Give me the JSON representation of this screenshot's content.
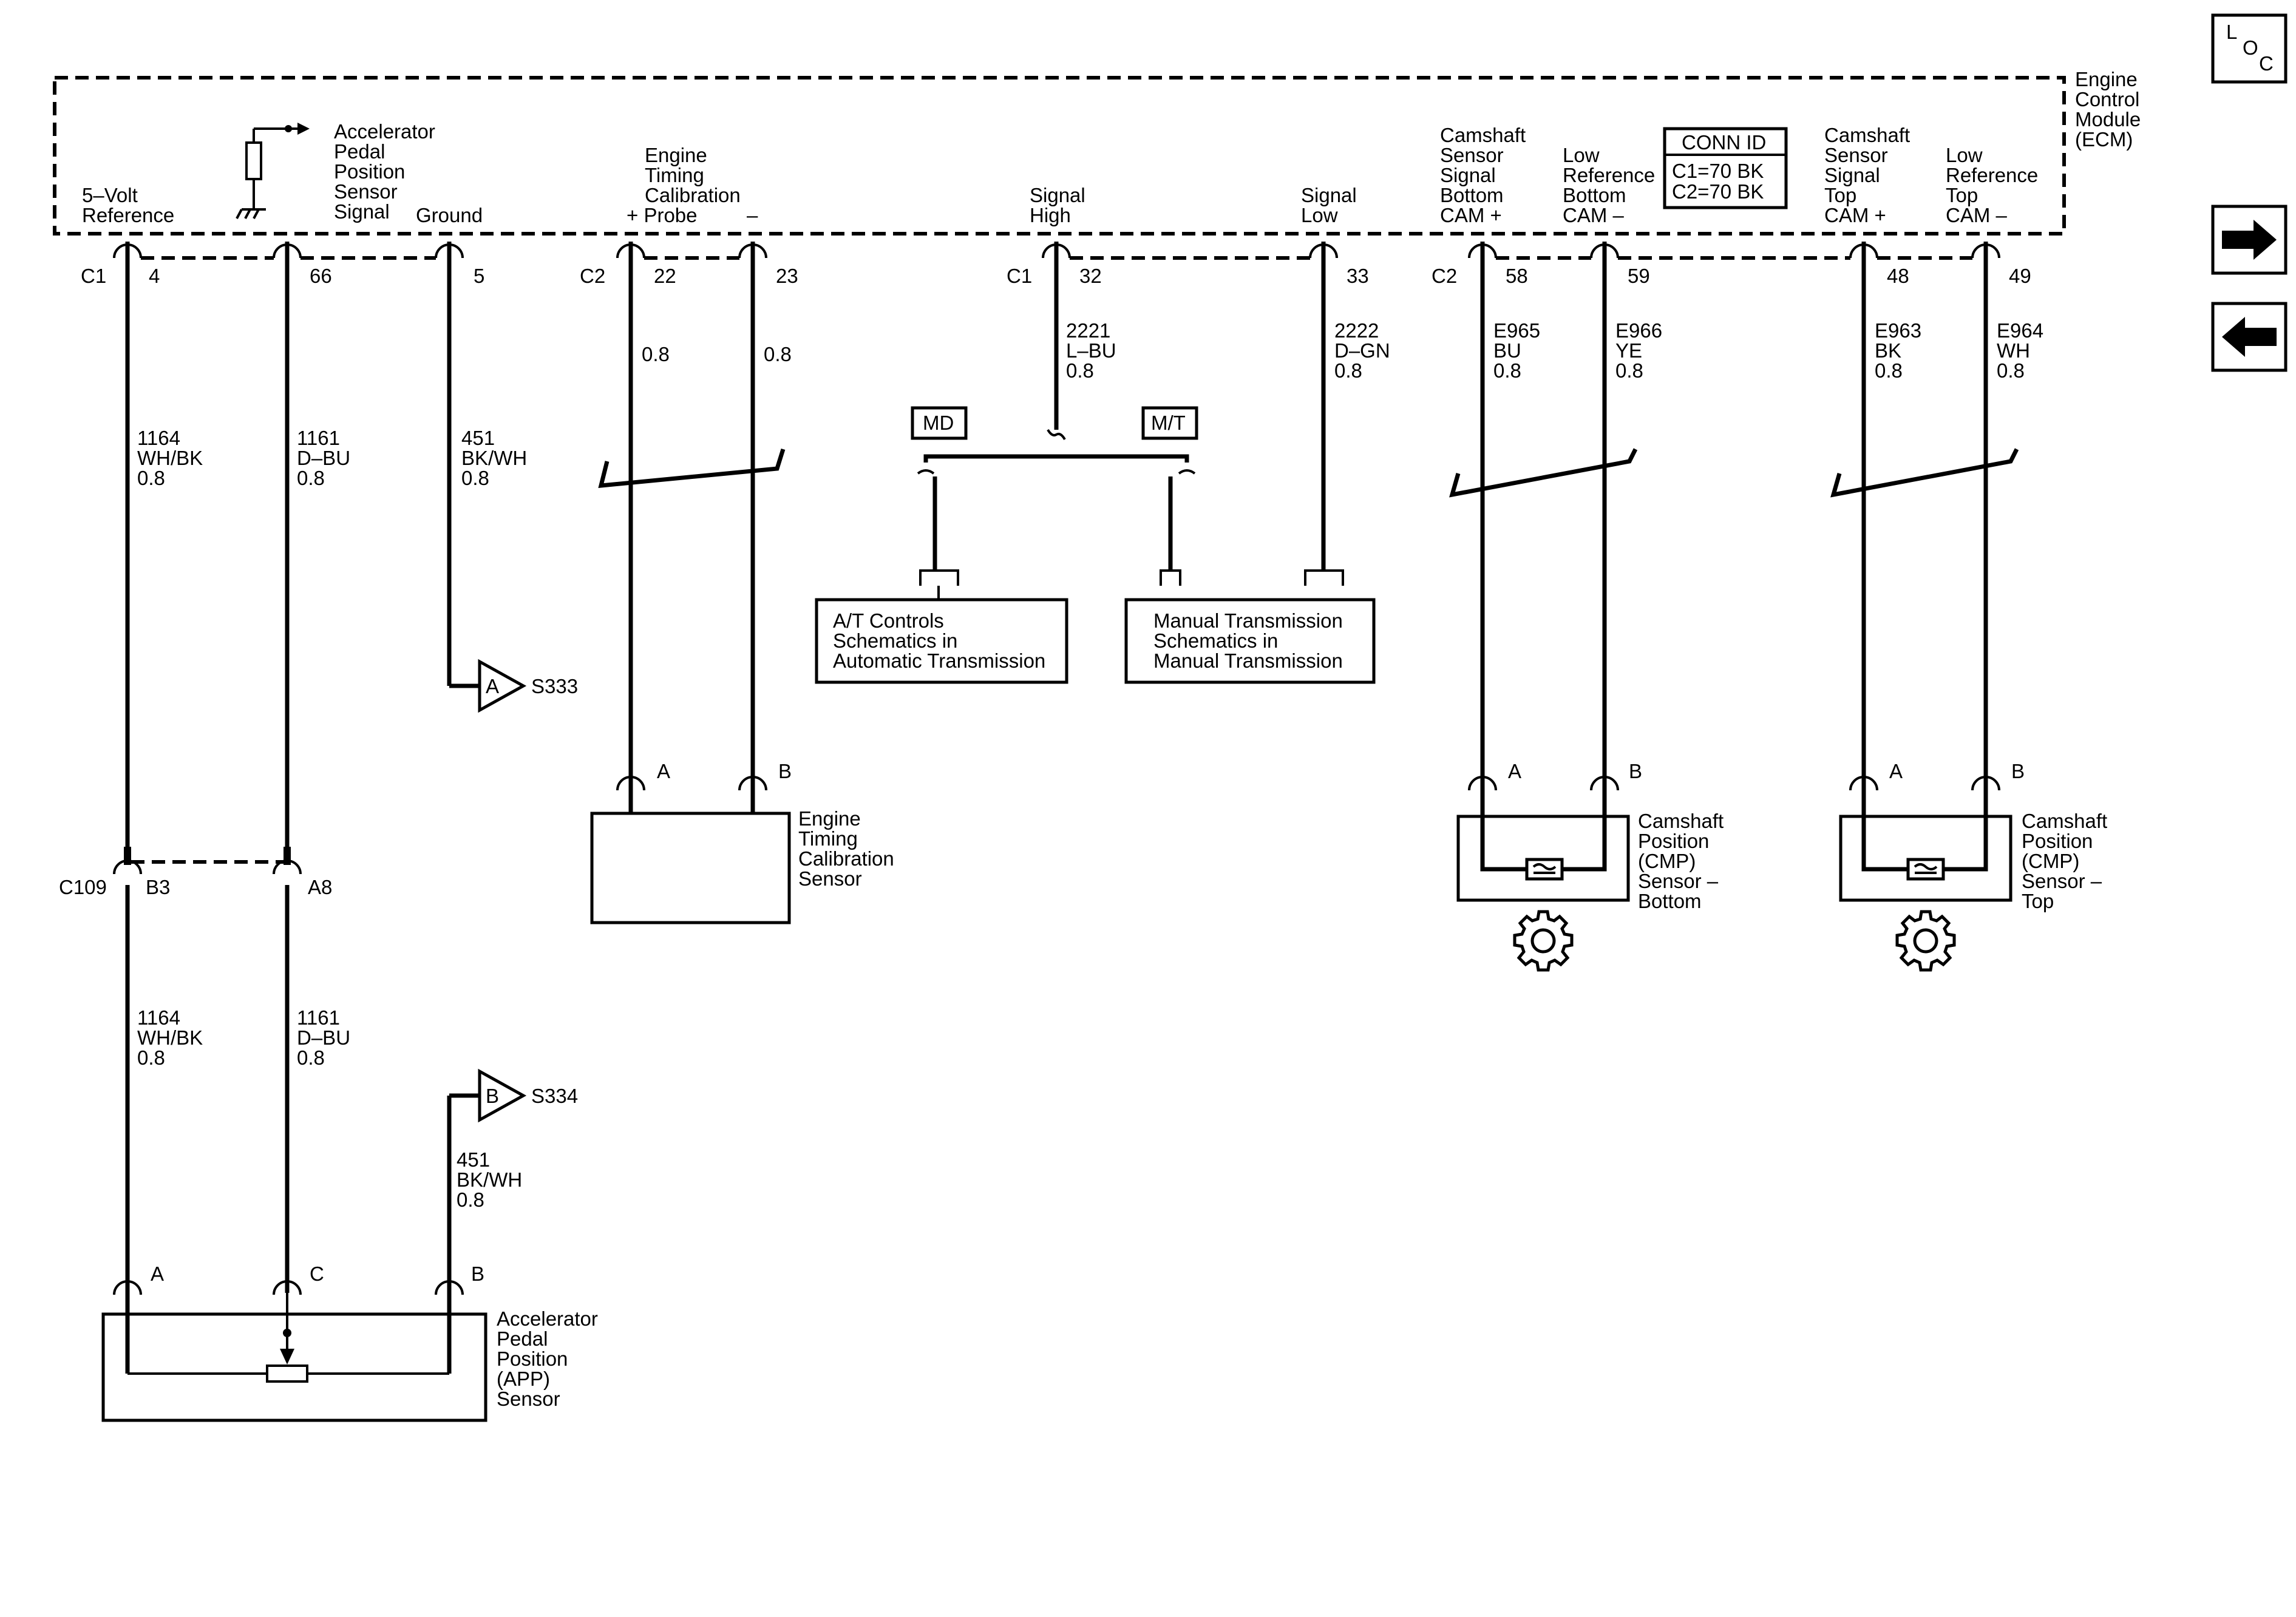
{
  "nav": {
    "loc_l": "L",
    "loc_o": "O",
    "loc_c": "C",
    "next_icon": "arrow-right",
    "prev_icon": "arrow-left"
  },
  "ecm": {
    "name": [
      "Engine",
      "Control",
      "Module",
      "(ECM)"
    ],
    "conn_id_title": "CONN ID",
    "conn_id_lines": [
      "C1=70 BK",
      "C2=70 BK"
    ]
  },
  "circuits": {
    "five_volt": {
      "label": [
        "5–Volt",
        "Reference"
      ],
      "connector": "C1",
      "pin": "4",
      "wire_upper": [
        "1164",
        "WH/BK",
        "0.8"
      ],
      "wire_lower": [
        "1164",
        "WH/BK",
        "0.8"
      ]
    },
    "app_signal": {
      "label": [
        "Accelerator",
        "Pedal",
        "Position",
        "Sensor",
        "Signal"
      ],
      "pin": "66",
      "wire_upper": [
        "1161",
        "D–BU",
        "0.8"
      ],
      "wire_lower": [
        "1161",
        "D–BU",
        "0.8"
      ]
    },
    "ground": {
      "label": [
        "Ground"
      ],
      "pin": "5",
      "wire_upper": [
        "451",
        "BK/WH",
        "0.8"
      ],
      "wire_lower": [
        "451",
        "BK/WH",
        "0.8"
      ],
      "splice_upper_letter": "A",
      "splice_upper_name": "S333",
      "splice_lower_letter": "B",
      "splice_lower_name": "S334"
    },
    "etc_probe": {
      "label": [
        "Engine",
        "Timing",
        "Calibration"
      ],
      "plus_label": "+ Probe",
      "minus_label": "–",
      "connector": "C2",
      "pin_plus": "22",
      "pin_minus": "23",
      "gauge_plus": "0.8",
      "gauge_minus": "0.8"
    },
    "signal_high": {
      "label": [
        "Signal",
        "High"
      ],
      "connector": "C1",
      "pin": "32",
      "wire": [
        "2221",
        "L–BU",
        "0.8"
      ]
    },
    "signal_low": {
      "label": [
        "Signal",
        "Low"
      ],
      "pin": "33",
      "wire": [
        "2222",
        "D–GN",
        "0.8"
      ]
    },
    "cam_bottom": {
      "label_plus": [
        "Camshaft",
        "Sensor",
        "Signal",
        "Bottom",
        "CAM +"
      ],
      "label_minus": [
        "Low",
        "Reference",
        "Bottom",
        "CAM –"
      ],
      "connector": "C2",
      "pin_plus": "58",
      "pin_minus": "59",
      "wire_plus": [
        "E965",
        "BU",
        "0.8"
      ],
      "wire_minus": [
        "E966",
        "YE",
        "0.8"
      ]
    },
    "cam_top": {
      "label_plus": [
        "Camshaft",
        "Sensor",
        "Signal",
        "Top",
        "CAM +"
      ],
      "label_minus": [
        "Low",
        "Reference",
        "Top",
        "CAM –"
      ],
      "pin_plus": "48",
      "pin_minus": "49",
      "wire_plus": [
        "E963",
        "BK",
        "0.8"
      ],
      "wire_minus": [
        "E964",
        "WH",
        "0.8"
      ]
    }
  },
  "options": {
    "md": "MD",
    "mt": "M/T"
  },
  "references": {
    "at": [
      "A/T Controls",
      "Schematics in",
      "Automatic Transmission"
    ],
    "mt": [
      "Manual Transmission",
      "Schematics in",
      "Manual Transmission"
    ]
  },
  "inline_connector": {
    "name": "C109",
    "pin_a": "B3",
    "pin_b": "A8"
  },
  "components": {
    "etc_sensor": {
      "name": [
        "Engine",
        "Timing",
        "Calibration",
        "Sensor"
      ],
      "pin_a": "A",
      "pin_b": "B"
    },
    "cmp_bottom": {
      "name": [
        "Camshaft",
        "Position",
        "(CMP)",
        "Sensor –",
        "Bottom"
      ],
      "pin_a": "A",
      "pin_b": "B",
      "icon": "gear-icon"
    },
    "cmp_top": {
      "name": [
        "Camshaft",
        "Position",
        "(CMP)",
        "Sensor –",
        "Top"
      ],
      "pin_a": "A",
      "pin_b": "B",
      "icon": "gear-icon"
    },
    "app_sensor": {
      "name": [
        "Accelerator",
        "Pedal",
        "Position",
        "(APP)",
        "Sensor"
      ],
      "pin_a": "A",
      "pin_c": "C",
      "pin_b": "B"
    }
  }
}
